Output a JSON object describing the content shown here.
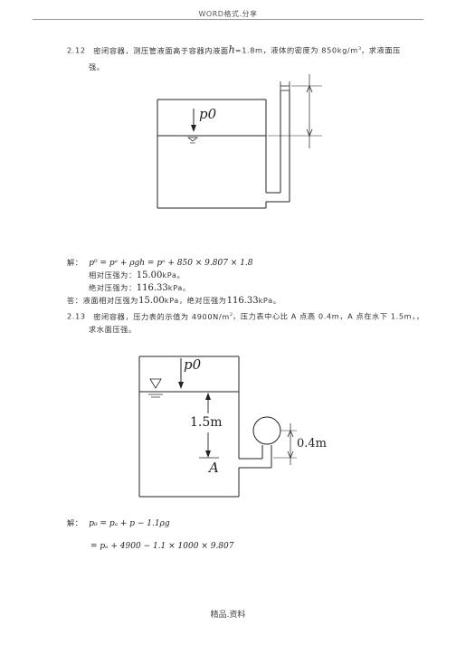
{
  "header": {
    "title": "WORD格式.分享"
  },
  "p212": {
    "number": "2.12",
    "text_a": "密闭容器，测压管液面高于容器内液面",
    "h_symbol": "h",
    "text_b": "=1.8m，液体的密度为 850kg/m",
    "sup": "3",
    "text_c": "，求液面压",
    "line2": "强。"
  },
  "fig1": {
    "label_p0": "p0"
  },
  "sol212": {
    "prefix": "解：",
    "formula": "p⁰ = pᵃ + ρgh = pᵃ + 850 × 9.807 × 1.8",
    "rel_label": "相对压强为：",
    "rel_value": "15.00",
    "rel_unit": "kPa。",
    "abs_label": "绝对压强为：",
    "abs_value": "116.33",
    "abs_unit": "kPa。",
    "ans_a": "答：液面相对压强为",
    "ans_b": "kPa，绝对压强为",
    "ans_c": "kPa。"
  },
  "p213": {
    "number": "2.13",
    "text_a": "密闭容器，压力表的示值为 4900N/m",
    "sup": "2",
    "text_b": "，压力表中心比 A 点高 0.4m，A 点在水下 1.5m，，",
    "line2": "求水面压强。"
  },
  "fig2": {
    "label_p0": "p0",
    "label_15": "1.5m",
    "label_04": "0.4m",
    "label_A": "A"
  },
  "sol213": {
    "prefix": "解：",
    "line1": "p₀ = pₐ + p − 1.1ρg",
    "line2": "= pₐ + 4900 − 1.1 × 1000 × 9.807"
  },
  "footer": {
    "text": "精品.资料"
  }
}
